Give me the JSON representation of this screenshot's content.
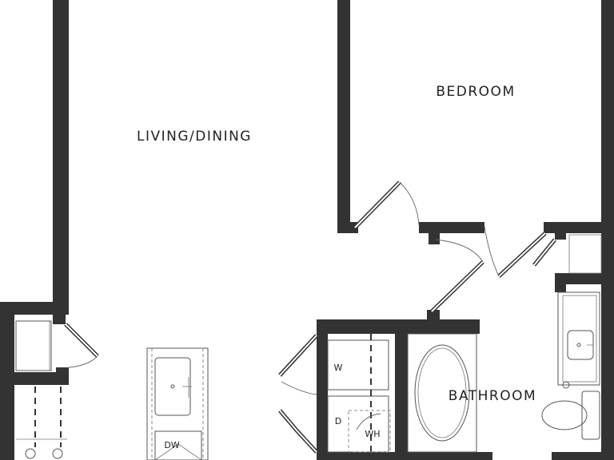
{
  "rooms": {
    "living_dining": "LIVING/DINING",
    "bedroom": "BEDROOM",
    "bathroom": "BATHROOM"
  },
  "appliances": {
    "washer": "W",
    "dryer": "D",
    "water_heater": "WH",
    "dishwasher": "DW"
  },
  "colors": {
    "wall": "#333333",
    "background": "#ffffff"
  }
}
